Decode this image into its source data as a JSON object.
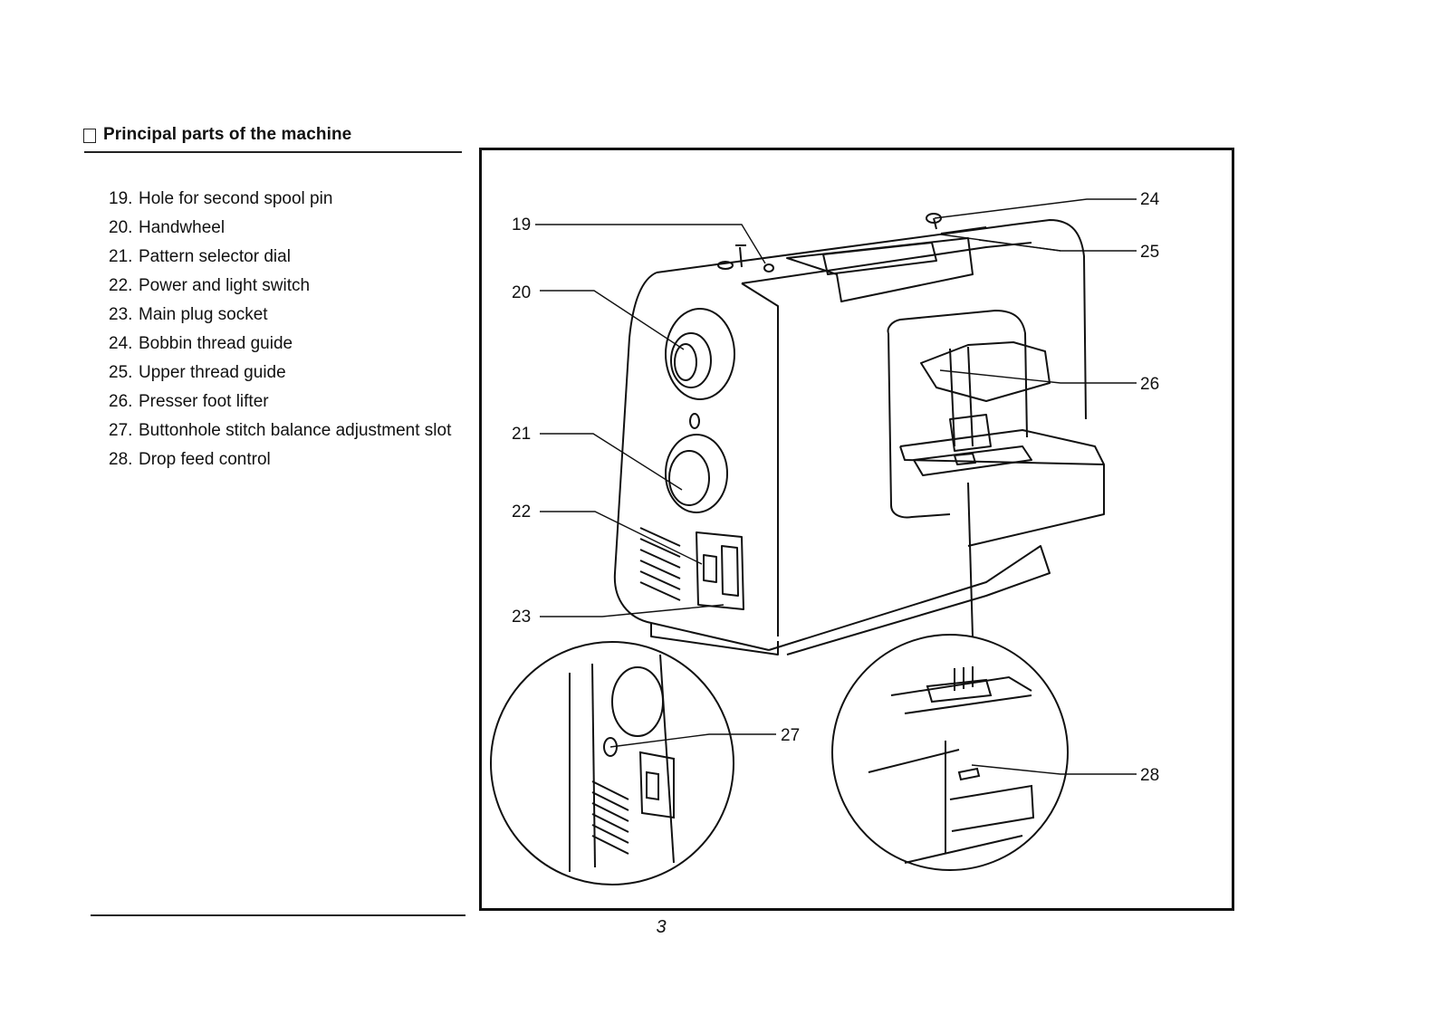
{
  "section": {
    "title": "Principal parts of the machine"
  },
  "parts": [
    {
      "num": "19.",
      "text": "Hole for second spool pin"
    },
    {
      "num": "20.",
      "text": "Handwheel"
    },
    {
      "num": "21.",
      "text": "Pattern selector dial"
    },
    {
      "num": "22.",
      "text": "Power and light switch"
    },
    {
      "num": "23.",
      "text": "Main plug socket"
    },
    {
      "num": "24.",
      "text": "Bobbin thread guide"
    },
    {
      "num": "25.",
      "text": "Upper thread guide"
    },
    {
      "num": "26.",
      "text": "Presser foot lifter"
    },
    {
      "num": "27.",
      "text": "Buttonhole stitch balance adjustment slot"
    },
    {
      "num": "28.",
      "text": "Drop feed control"
    }
  ],
  "figure": {
    "callouts": [
      "19",
      "20",
      "21",
      "22",
      "23",
      "24",
      "25",
      "26",
      "27",
      "28"
    ]
  },
  "page_number": "3"
}
